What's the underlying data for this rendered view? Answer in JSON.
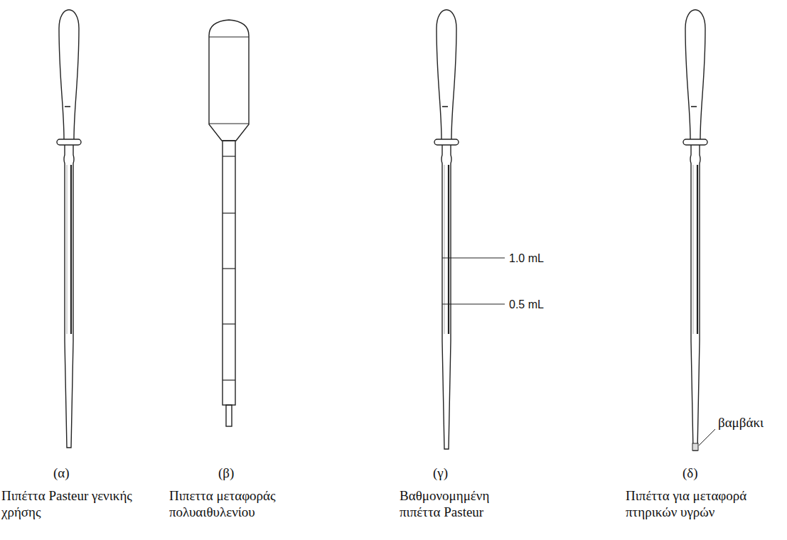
{
  "diagram": {
    "labels": [
      "1.0 mL",
      "0.5 mL",
      "βαμβάκι",
      "(α)",
      "Πιπέττα Pasteur γενικής χρήσης",
      "(β)",
      "Πιπεττα μεταφοράς πολυαιθυλενίου",
      "(γ)",
      "Βαθμονομημένη πιπέττα Pasteur",
      "(δ)",
      "Πιπέττα για μεταφορά πτηρικών υγρών"
    ]
  }
}
